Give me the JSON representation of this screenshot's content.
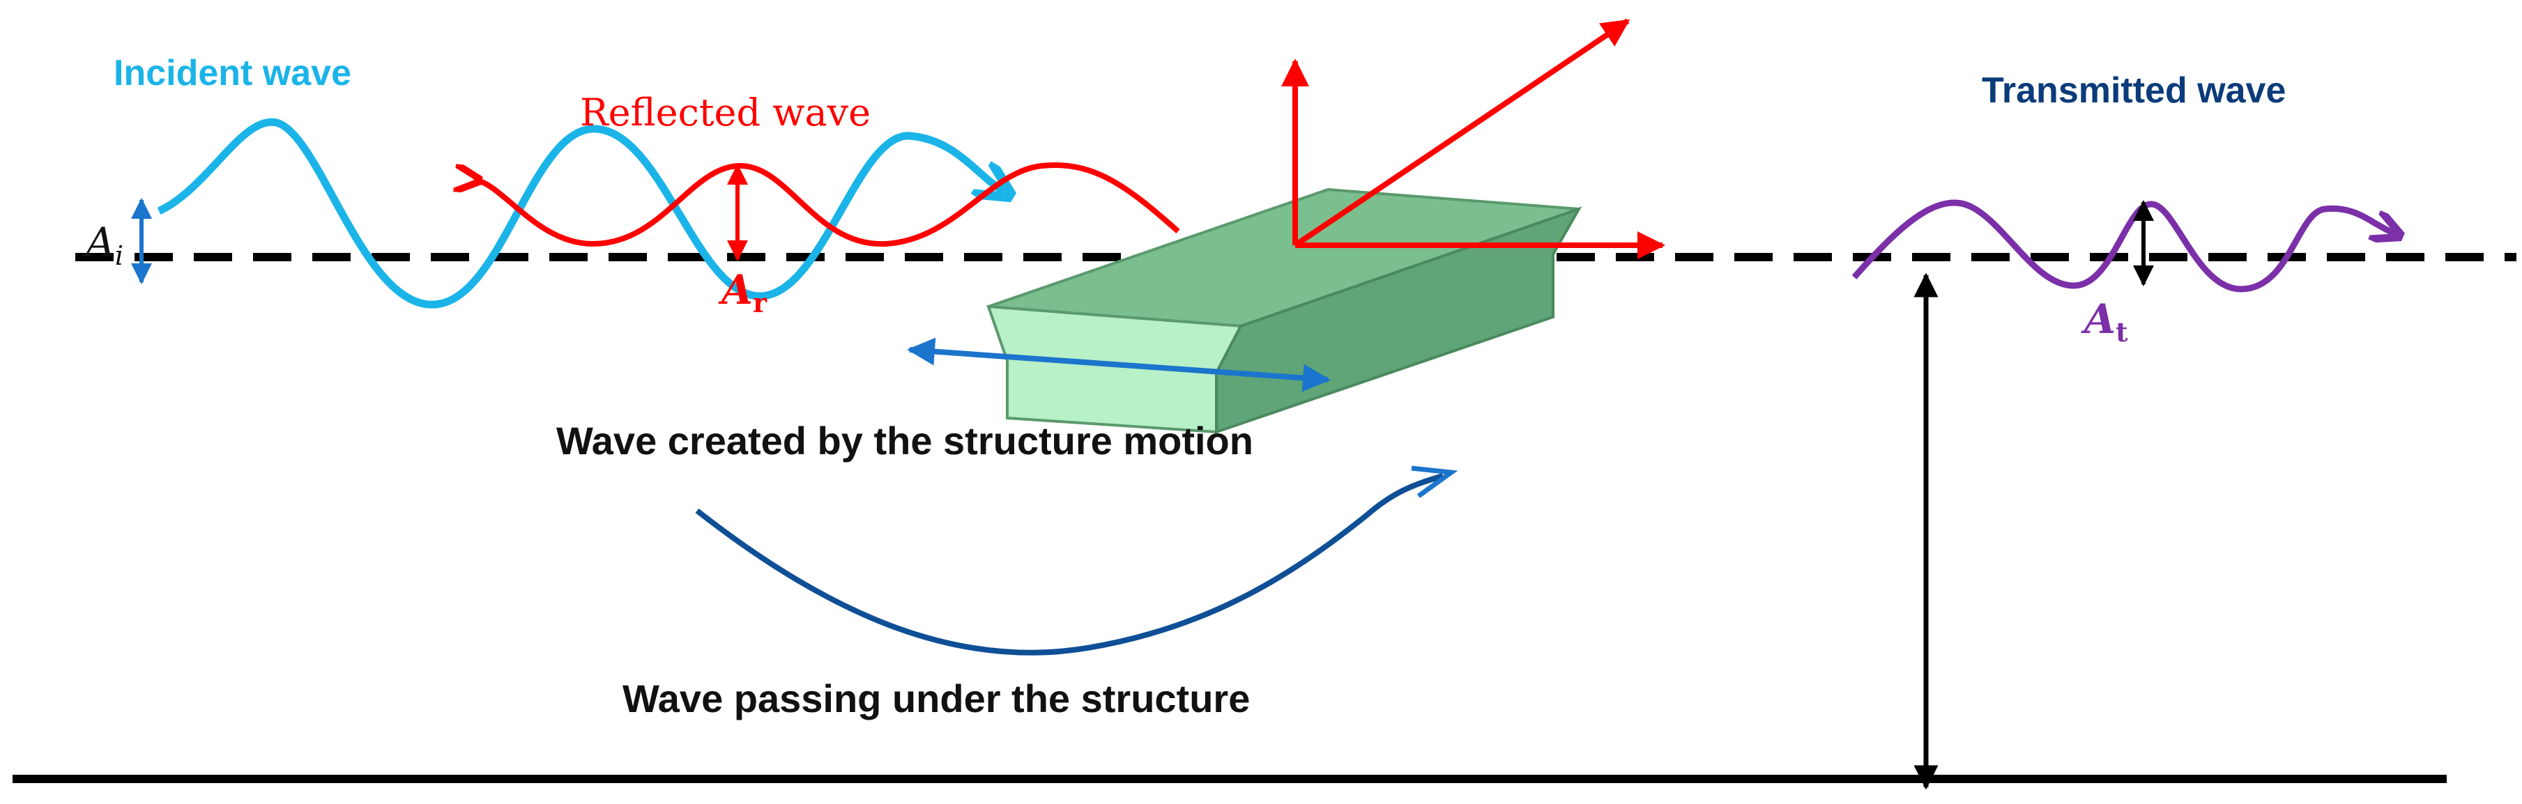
{
  "labels": {
    "incident_wave": "Incident wave",
    "reflected_wave": "Reflected wave",
    "transmitted_wave": "Transmitted wave",
    "wave_structure_motion": "Wave created by the structure motion",
    "wave_passing_under": "Wave passing under the structure"
  },
  "amplitudes": {
    "incident_symbol": "A",
    "incident_subscript": "i",
    "reflected_symbol": "A",
    "reflected_subscript": "r",
    "transmitted_symbol": "A",
    "transmitted_subscript": "t"
  },
  "colors": {
    "incident": "#1AB4E8",
    "reflected": "#FF0000",
    "transmitted": "#7B2FA8",
    "under_structure": "#0E4F96",
    "structure_motion_arrow": "#1B75CC",
    "title_transmitted": "#0B3B7A",
    "structure_top": "#7BBF8E",
    "structure_front": "#B8F0C8",
    "structure_side": "#5FA577",
    "outline": "#000000"
  }
}
